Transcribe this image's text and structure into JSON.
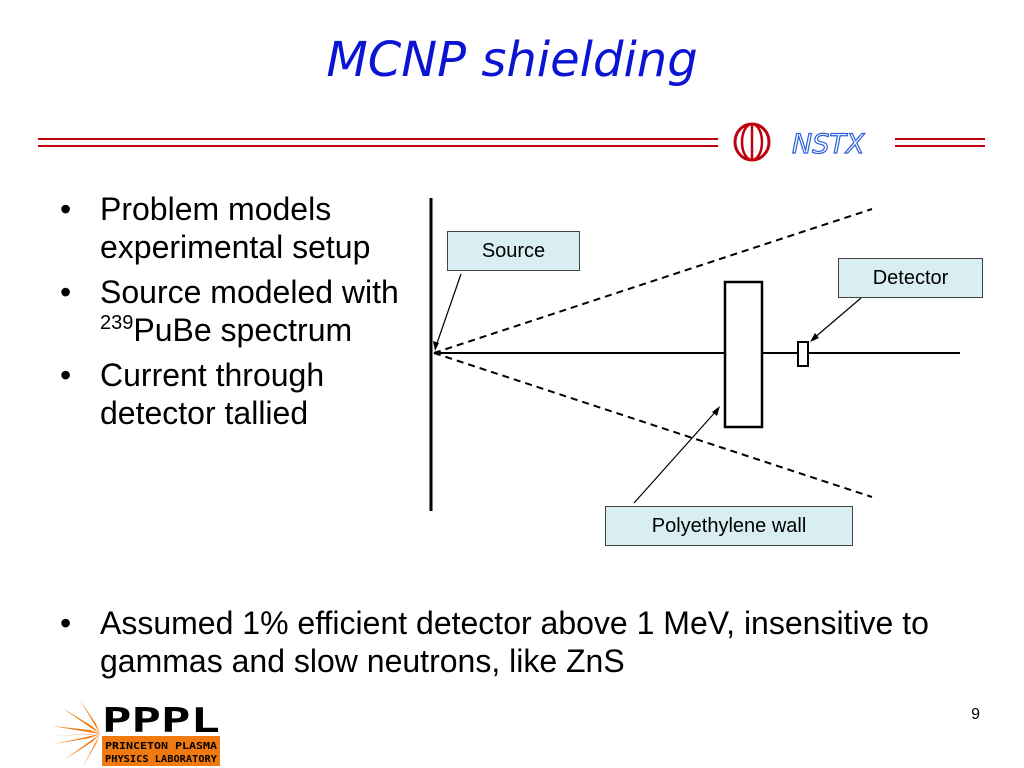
{
  "slide": {
    "title": "MCNP shielding",
    "page_number": "9"
  },
  "bullets": [
    {
      "text": "Problem models experimental setup"
    },
    {
      "pre": "Source modeled with ",
      "sup": "239",
      "post": "PuBe spectrum"
    },
    {
      "text": "Current through detector tallied"
    }
  ],
  "wide_bullet": "Assumed 1% efficient detector above 1 MeV, insensitive to gammas and slow neutrons, like ZnS",
  "diagram": {
    "labels": {
      "source": "Source",
      "detector": "Detector",
      "wall": "Polyethylene wall"
    },
    "box_color": "#d9eef2"
  },
  "logos": {
    "nstx": "NSTX",
    "pppl_main": "PPPL",
    "pppl_line1": "PRINCETON PLASMA",
    "pppl_line2": "PHYSICS LABORATORY"
  },
  "colors": {
    "title": "#0a14d2",
    "rule": "#c0000c",
    "nstx_text": "#2a5fd8",
    "pppl_orange": "#f07a10"
  }
}
